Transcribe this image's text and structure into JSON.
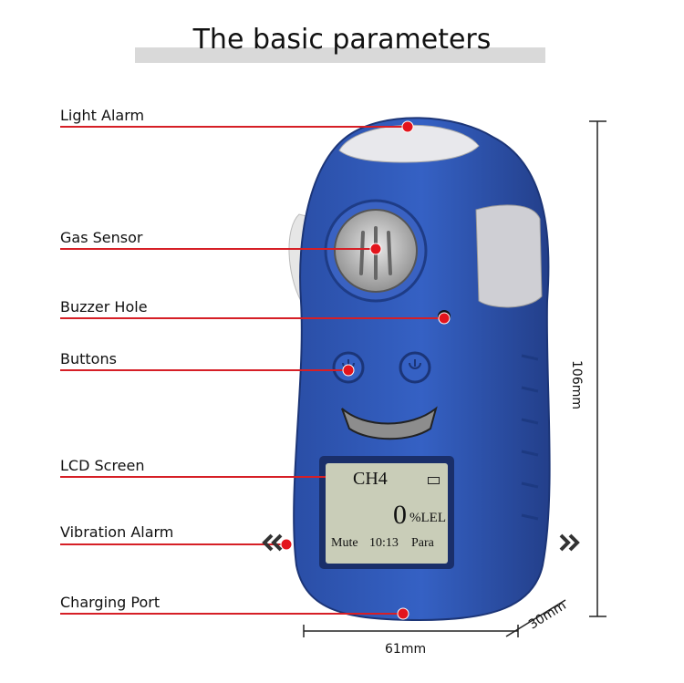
{
  "title": "The basic parameters",
  "callouts": {
    "light_alarm": "Light Alarm",
    "gas_sensor": "Gas Sensor",
    "buzzer_hole": "Buzzer Hole",
    "buttons": "Buttons",
    "lcd_screen": "LCD Screen",
    "vibration_alarm": "Vibration Alarm",
    "charging_port": "Charging Port"
  },
  "dimensions": {
    "height": "106mm",
    "width": "61mm",
    "depth": "30mm"
  },
  "lcd": {
    "gas": "CH4",
    "value": "0",
    "unit": "%LEL",
    "mute": "Mute",
    "time": "10:13",
    "para": "Para"
  },
  "colors": {
    "device": "#2f57b3",
    "accent": "#d61f26"
  }
}
